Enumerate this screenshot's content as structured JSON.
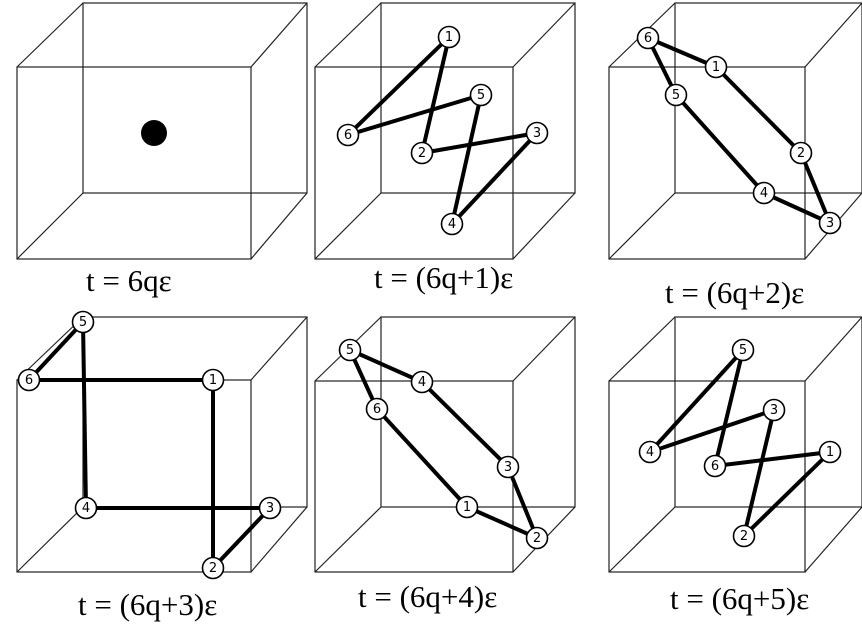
{
  "panels": [
    {
      "caption": "t = 6qε",
      "nodes": [],
      "edges": [],
      "dot": true
    },
    {
      "caption": "t = (6q+1)ε",
      "nodes": [
        {
          "label": "1"
        },
        {
          "label": "5"
        },
        {
          "label": "6"
        },
        {
          "label": "2"
        },
        {
          "label": "3"
        },
        {
          "label": "4"
        }
      ],
      "edges": [
        [
          "1",
          "6"
        ],
        [
          "1",
          "2"
        ],
        [
          "6",
          "5"
        ],
        [
          "5",
          "4"
        ],
        [
          "2",
          "3"
        ],
        [
          "3",
          "4"
        ]
      ]
    },
    {
      "caption": "t = (6q+2)ε",
      "nodes": [
        {
          "label": "6"
        },
        {
          "label": "1"
        },
        {
          "label": "5"
        },
        {
          "label": "2"
        },
        {
          "label": "4"
        },
        {
          "label": "3"
        }
      ],
      "edges": [
        [
          "6",
          "1"
        ],
        [
          "6",
          "5"
        ],
        [
          "1",
          "2"
        ],
        [
          "5",
          "4"
        ],
        [
          "2",
          "3"
        ],
        [
          "4",
          "3"
        ]
      ]
    },
    {
      "caption": "t = (6q+3)ε",
      "nodes": [
        {
          "label": "5"
        },
        {
          "label": "6"
        },
        {
          "label": "1"
        },
        {
          "label": "4"
        },
        {
          "label": "3"
        },
        {
          "label": "2"
        }
      ],
      "edges": [
        [
          "6",
          "5"
        ],
        [
          "6",
          "1"
        ],
        [
          "5",
          "4"
        ],
        [
          "1",
          "2"
        ],
        [
          "4",
          "3"
        ],
        [
          "3",
          "2"
        ]
      ]
    },
    {
      "caption": "t = (6q+4)ε",
      "nodes": [
        {
          "label": "5"
        },
        {
          "label": "4"
        },
        {
          "label": "6"
        },
        {
          "label": "3"
        },
        {
          "label": "1"
        },
        {
          "label": "2"
        }
      ],
      "edges": [
        [
          "5",
          "4"
        ],
        [
          "5",
          "6"
        ],
        [
          "4",
          "3"
        ],
        [
          "6",
          "1"
        ],
        [
          "3",
          "2"
        ],
        [
          "1",
          "2"
        ]
      ]
    },
    {
      "caption": "t = (6q+5)ε",
      "nodes": [
        {
          "label": "5"
        },
        {
          "label": "3"
        },
        {
          "label": "4"
        },
        {
          "label": "6"
        },
        {
          "label": "1"
        },
        {
          "label": "2"
        }
      ],
      "edges": [
        [
          "4",
          "5"
        ],
        [
          "4",
          "3"
        ],
        [
          "5",
          "6"
        ],
        [
          "3",
          "2"
        ],
        [
          "6",
          "1"
        ],
        [
          "1",
          "2"
        ]
      ]
    }
  ]
}
